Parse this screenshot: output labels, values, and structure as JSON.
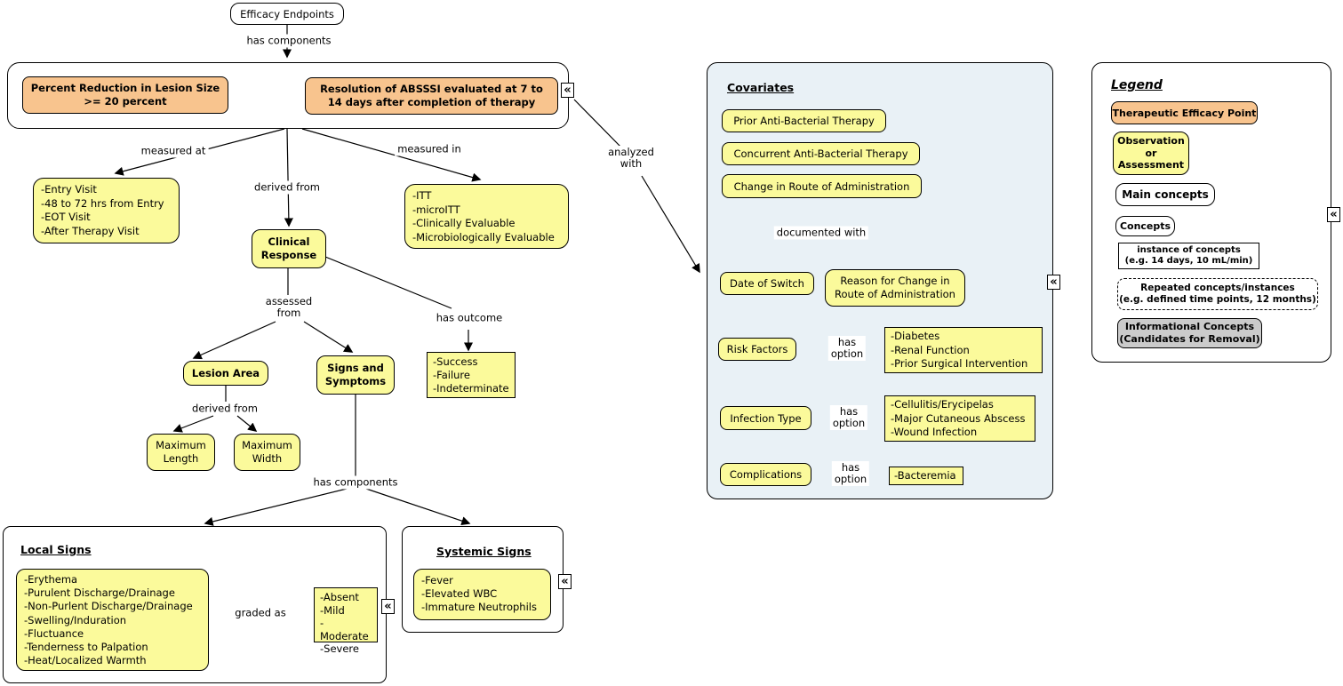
{
  "icons": {
    "collapse": "«"
  },
  "root_node": {
    "label": "Efficacy Endpoints"
  },
  "endpoint_group": {
    "percent_reduction_label": "Percent Reduction in Lesion Size\n>= 20 percent",
    "resolution_label": "Resolution of ABSSSI evaluated at 7 to\n14 days after completion of therapy"
  },
  "link_labels": {
    "has_components": "has components",
    "measured_at": "measured at",
    "derived_from": "derived from",
    "measured_in": "measured in",
    "assessed_from": "assessed\nfrom",
    "has_outcome": "has outcome",
    "has_components_2": "has components",
    "graded_as": "graded as",
    "analyzed_with": "analyzed\nwith",
    "documented_with": "documented with",
    "has_option": "has\noption"
  },
  "nodes": {
    "visit_times": [
      "-Entry Visit",
      "-48 to 72 hrs from Entry",
      "-EOT Visit",
      "-After Therapy Visit"
    ],
    "analysis_populations": [
      "-ITT",
      "-microITT",
      "-Clinically Evaluable",
      "-Microbiologically Evaluable"
    ],
    "clinical_response": "Clinical\nResponse",
    "lesion_area": "Lesion Area",
    "signs_and_symptoms": "Signs and\nSymptoms",
    "outcomes": [
      "-Success",
      "-Failure",
      "-Indeterminate"
    ],
    "maximum_length": "Maximum\nLength",
    "maximum_width": "Maximum\nWidth"
  },
  "local_signs": {
    "title": "Local Signs",
    "signs": [
      "-Erythema",
      "-Purulent Discharge/Drainage",
      "-Non-Purlent Discharge/Drainage",
      "-Swelling/Induration",
      "-Fluctuance",
      "-Tenderness to Palpation",
      "-Heat/Localized Warmth"
    ],
    "grades": [
      "-Absent",
      "-Mild",
      "-Moderate",
      "-Severe"
    ]
  },
  "systemic_signs": {
    "title": "Systemic Signs",
    "signs": [
      "-Fever",
      "-Elevated WBC",
      "-Immature Neutrophils"
    ]
  },
  "covariates": {
    "title": "Covariates",
    "prior_therapy": "Prior Anti-Bacterial Therapy",
    "concurrent_therapy": "Concurrent Anti-Bacterial Therapy",
    "route_change": "Change in Route of Administration",
    "date_of_switch": "Date of Switch",
    "reason_for_change": "Reason for Change in\nRoute of Administration",
    "risk_factors": "Risk Factors",
    "risk_factor_options": [
      "-Diabetes",
      "-Renal Function",
      "-Prior Surgical Intervention"
    ],
    "infection_type": "Infection Type",
    "infection_type_options": [
      "-Cellulitis/Erycipelas",
      "-Major Cutaneous Abscess",
      "-Wound Infection"
    ],
    "complications": "Complications",
    "complication_options": [
      "-Bacteremia"
    ]
  },
  "legend": {
    "title": "Legend",
    "therapeutic": "Therapeutic Efficacy Point",
    "observation": "Observation\nor\nAssessment",
    "main_concepts": "Main concepts",
    "concepts": "Concepts",
    "instance": "instance of concepts\n(e.g. 14 days, 10 mL/min)",
    "repeated": "Repeated concepts/instances\n(e.g. defined time points, 12 months)",
    "informational": "Informational Concepts\n(Candidates for Removal)"
  },
  "colors": {
    "therapeutic_fill": "#F8C48E",
    "concept_fill": "#FBFA9B",
    "covariates_bg": "#E9F1F6",
    "informational_fill": "#CBCBCB",
    "line": "#000000"
  }
}
